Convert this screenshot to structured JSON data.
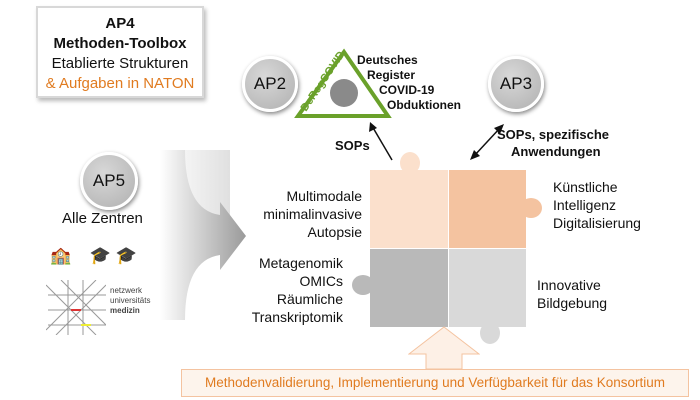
{
  "ap4": {
    "title": "AP4",
    "subtitle": "Methoden-Toolbox",
    "line1": "Etablierte Strukturen",
    "line2": "& Aufgaben in NATON"
  },
  "ap2": {
    "label": "AP2",
    "logo_text": "DeRegCOVID",
    "register": [
      "Deutsches",
      "Register",
      "COVID-19",
      "Obduktionen"
    ],
    "arrow_label": "SOPs"
  },
  "ap3": {
    "label": "AP3",
    "arrow_label": [
      "SOPs, spezifische",
      "Anwendungen"
    ]
  },
  "ap5": {
    "label": "AP5",
    "text": "Alle Zentren",
    "logo_text": [
      "netzwerk",
      "universitäts",
      "medizin"
    ],
    "icons": [
      "building-icon",
      "graduation-cap-icon",
      "graduation-cap-icon"
    ]
  },
  "puzzle": {
    "top_left": [
      "Multimodale",
      "minimalinvasive",
      "Autopsie"
    ],
    "top_right": [
      "Künstliche",
      "Intelligenz",
      "Digitalisierung"
    ],
    "bottom_left": [
      "Metagenomik",
      "OMICs",
      "Räumliche",
      "Transkriptomik"
    ],
    "bottom_right": [
      "Innovative",
      "Bildgebung"
    ],
    "colors": {
      "top_left": "#fbe0cc",
      "top_right": "#f4c3a0",
      "bottom_left": "#b9b9b9",
      "bottom_right": "#d9d9d9"
    }
  },
  "footer": {
    "text": "Methodenvalidierung, Implementierung und Verfügbarkeit für das Konsortium",
    "color": "#e07b20"
  }
}
